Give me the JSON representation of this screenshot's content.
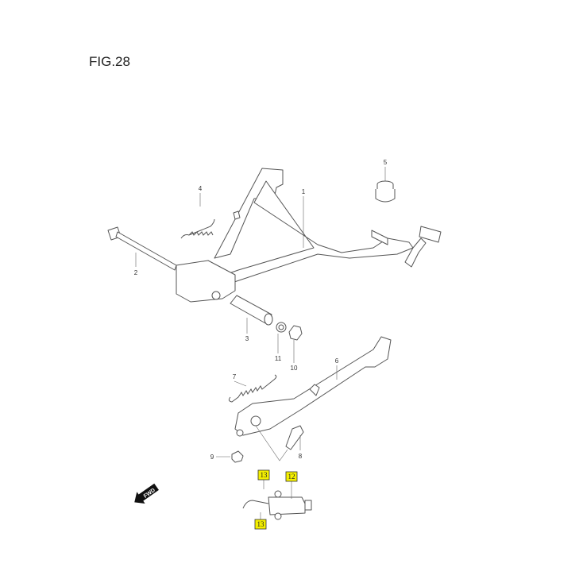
{
  "figure_title": "FIG.28",
  "fwd_label": "FWD",
  "highlight_color": "#f5f000",
  "callouts": {
    "p1": "1",
    "p2": "2",
    "p3": "3",
    "p4": "4",
    "p5": "5",
    "p6": "6",
    "p7": "7",
    "p8": "8",
    "p9": "9",
    "p10": "10",
    "p11": "11",
    "p12": "12",
    "p13a": "13",
    "p13b": "13"
  }
}
